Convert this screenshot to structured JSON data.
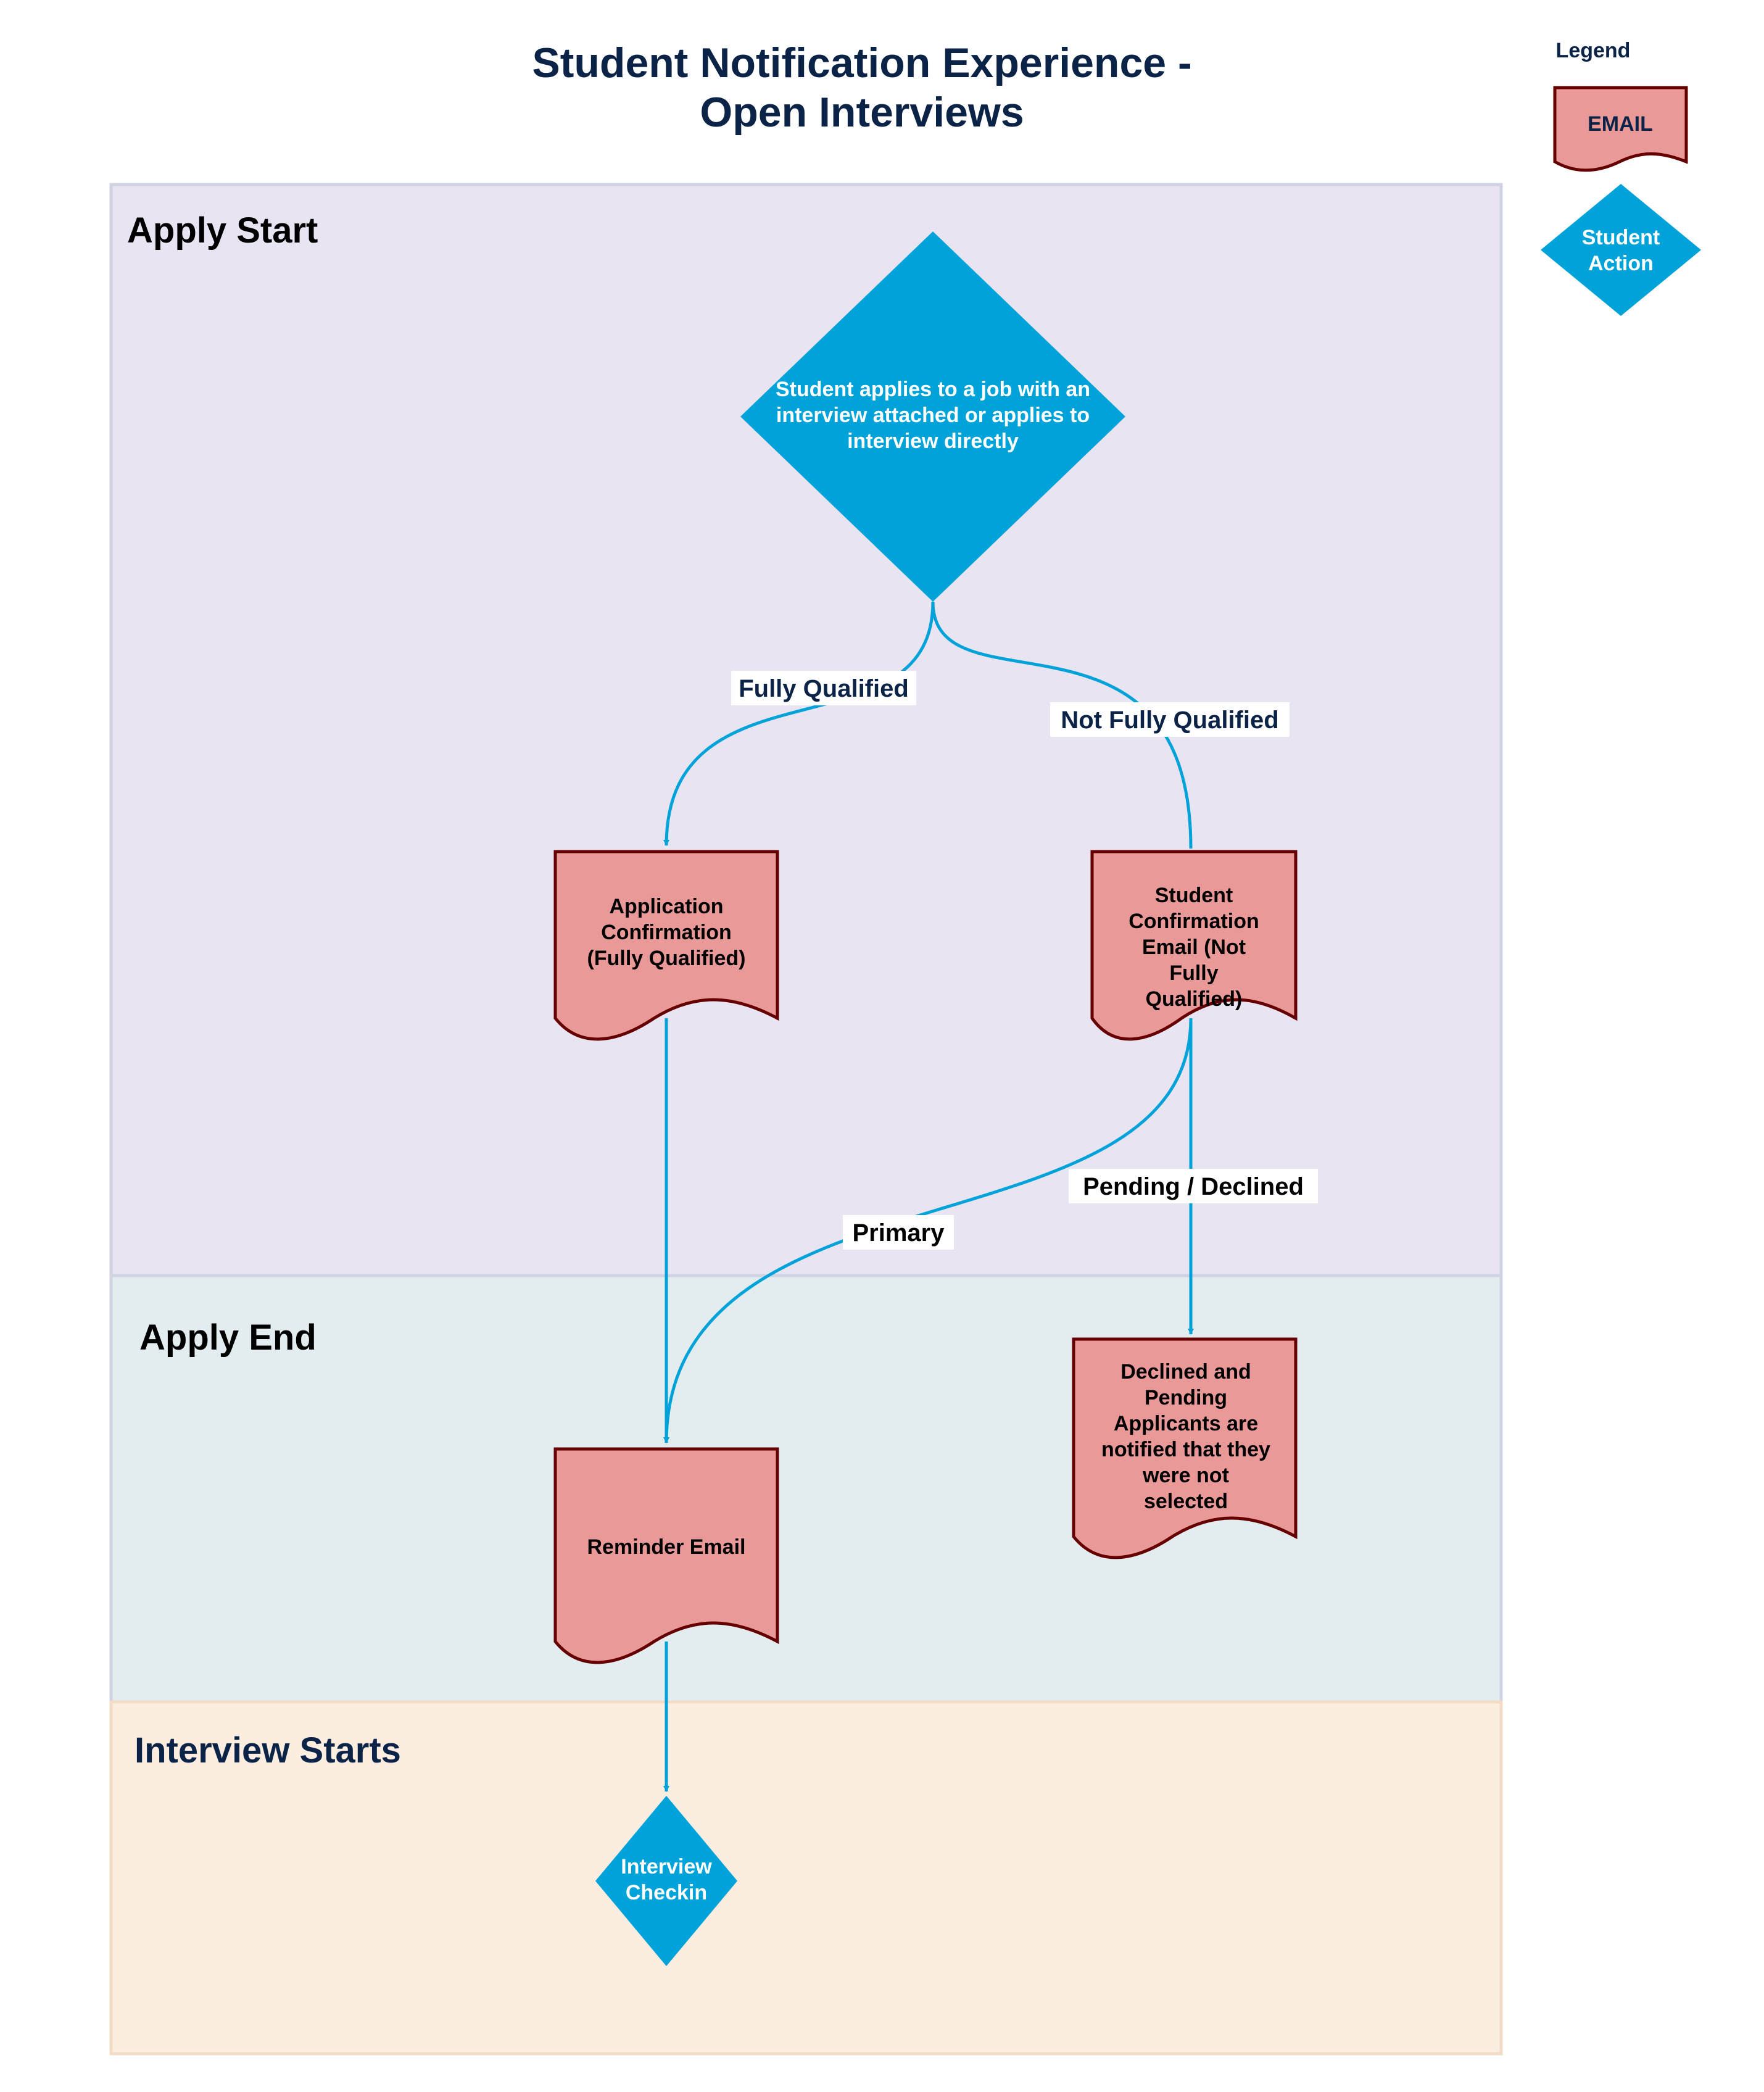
{
  "title": {
    "line1": "Student Notification Experience -",
    "line2": "Open Interviews"
  },
  "colors": {
    "title": "#0b2347",
    "lane_apply_start": "#e8e4f2",
    "lane_apply_end": "#e3ecee",
    "lane_interview_starts": "#fbeee1",
    "lane_border": "#cfd3e3",
    "email_fill": "#ea9999",
    "email_stroke": "#660000",
    "action_fill": "#00a3d9",
    "edge": "#00a3d9",
    "label_bg": "#ffffff"
  },
  "lanes": {
    "apply_start": "Apply Start",
    "apply_end": "Apply End",
    "interview_starts": "Interview Starts"
  },
  "nodes": {
    "student_applies": {
      "type": "student-action",
      "lines": [
        "Student applies to a job with an",
        "interview attached or applies to",
        "interview directly"
      ]
    },
    "application_confirmation": {
      "type": "email",
      "lines": [
        "Application",
        "Confirmation",
        "(Fully Qualified)"
      ]
    },
    "student_confirmation": {
      "type": "email",
      "lines": [
        "Student",
        "Confirmation",
        "Email (Not",
        "Fully",
        "Qualified)"
      ]
    },
    "reminder_email": {
      "type": "email",
      "lines": [
        "Reminder Email"
      ]
    },
    "declined_pending": {
      "type": "email",
      "lines": [
        "Declined and",
        "Pending",
        "Applicants are",
        "notified that they",
        "were not",
        "selected"
      ]
    },
    "interview_checkin": {
      "type": "student-action",
      "lines": [
        "Interview",
        "Checkin"
      ]
    }
  },
  "edges": {
    "fully_qualified": "Fully Qualified",
    "not_fully_qualified": "Not Fully Qualified",
    "primary": "Primary",
    "pending_declined": "Pending / Declined"
  },
  "legend": {
    "title": "Legend",
    "email": "EMAIL",
    "student_action": [
      "Student",
      "Action"
    ]
  }
}
